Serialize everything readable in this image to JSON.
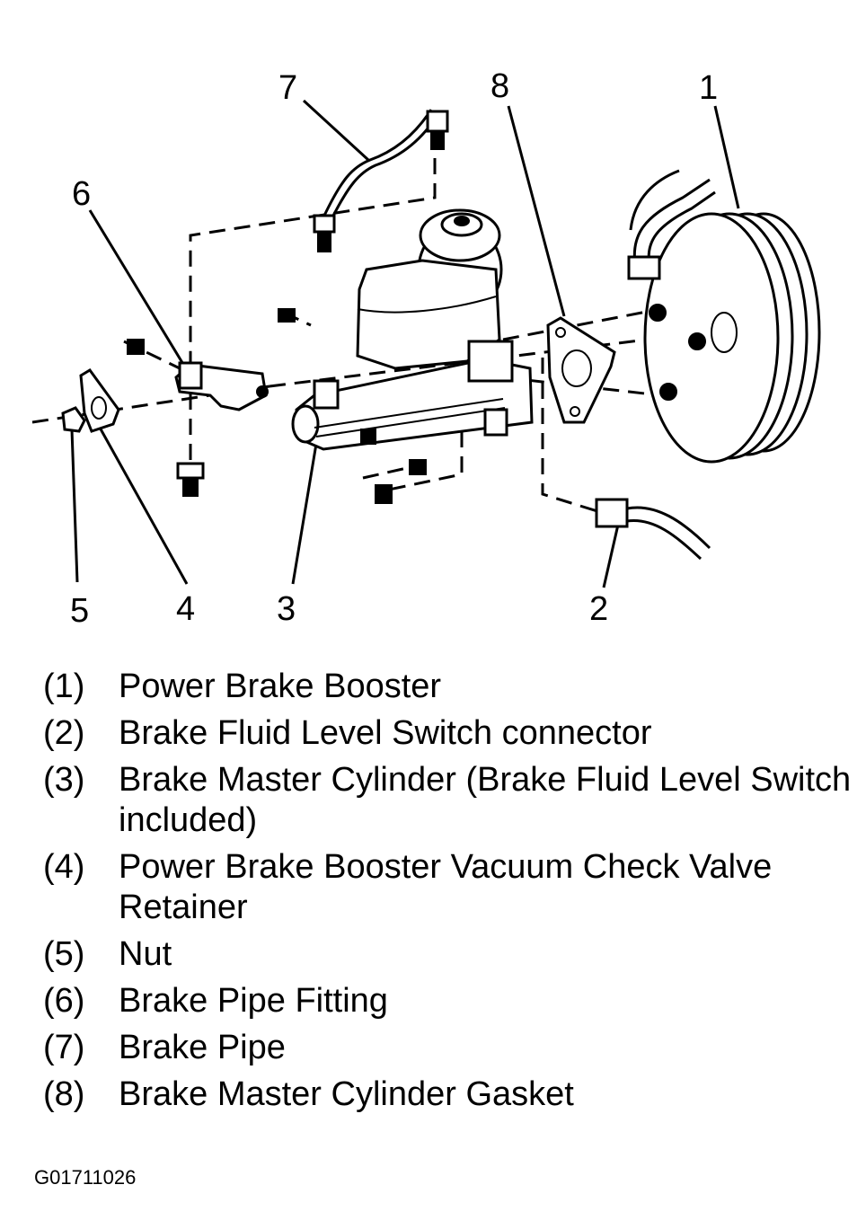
{
  "callouts": {
    "c1": "1",
    "c2": "2",
    "c3": "3",
    "c4": "4",
    "c5": "5",
    "c6": "6",
    "c7": "7",
    "c8": "8"
  },
  "legend": [
    {
      "number": "(1)",
      "text": "Power Brake Booster"
    },
    {
      "number": "(2)",
      "text": "Brake Fluid Level Switch connector"
    },
    {
      "number": "(3)",
      "text": "Brake Master Cylinder (Brake Fluid Level Switch included)"
    },
    {
      "number": "(4)",
      "text": "Power Brake Booster Vacuum Check Valve Retainer"
    },
    {
      "number": "(5)",
      "text": "Nut"
    },
    {
      "number": "(6)",
      "text": "Brake Pipe Fitting"
    },
    {
      "number": "(7)",
      "text": "Brake Pipe"
    },
    {
      "number": "(8)",
      "text": "Brake Master Cylinder Gasket"
    }
  ],
  "figure_id": "G01711026"
}
